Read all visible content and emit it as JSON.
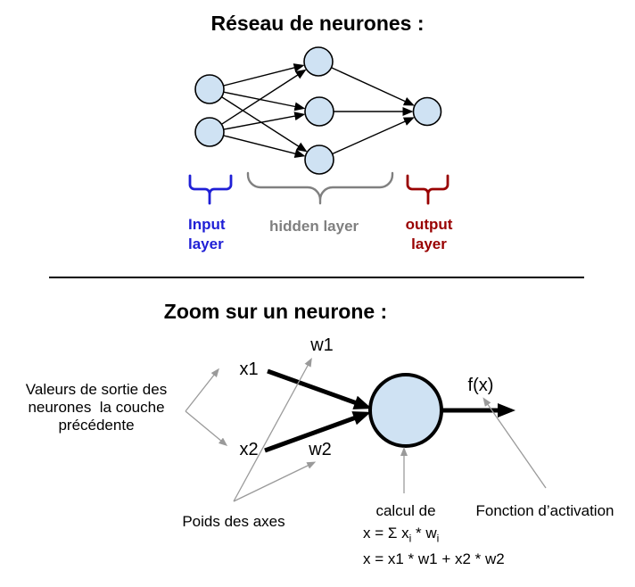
{
  "section1": {
    "title": "Réseau de neurones :",
    "labels": {
      "input": "Input\nlayer",
      "hidden": "hidden layer",
      "output": "output\nlayer"
    },
    "colors": {
      "input_accent": "#1f1fd6",
      "hidden_accent": "#808080",
      "output_accent": "#990000",
      "node_fill": "#cfe2f3",
      "node_stroke": "#000000"
    }
  },
  "section2": {
    "title": "Zoom sur un neurone :",
    "inputs": {
      "x1": "x1",
      "x2": "x2"
    },
    "weights": {
      "w1": "w1",
      "w2": "w2"
    },
    "output_label": "f(x)",
    "annotations": {
      "left_note": "Valeurs de sortie des\nneurones  la couche\nprécédente",
      "weights_caption": "Poids des axes",
      "calc_caption": "calcul de",
      "formula1": {
        "a": "x = Σ x",
        "sub1": "i",
        "b": " * w",
        "sub2": "i"
      },
      "formula2": "x = x1 * w1 + x2 * w2",
      "activation_caption": "Fonction d’activation"
    }
  }
}
